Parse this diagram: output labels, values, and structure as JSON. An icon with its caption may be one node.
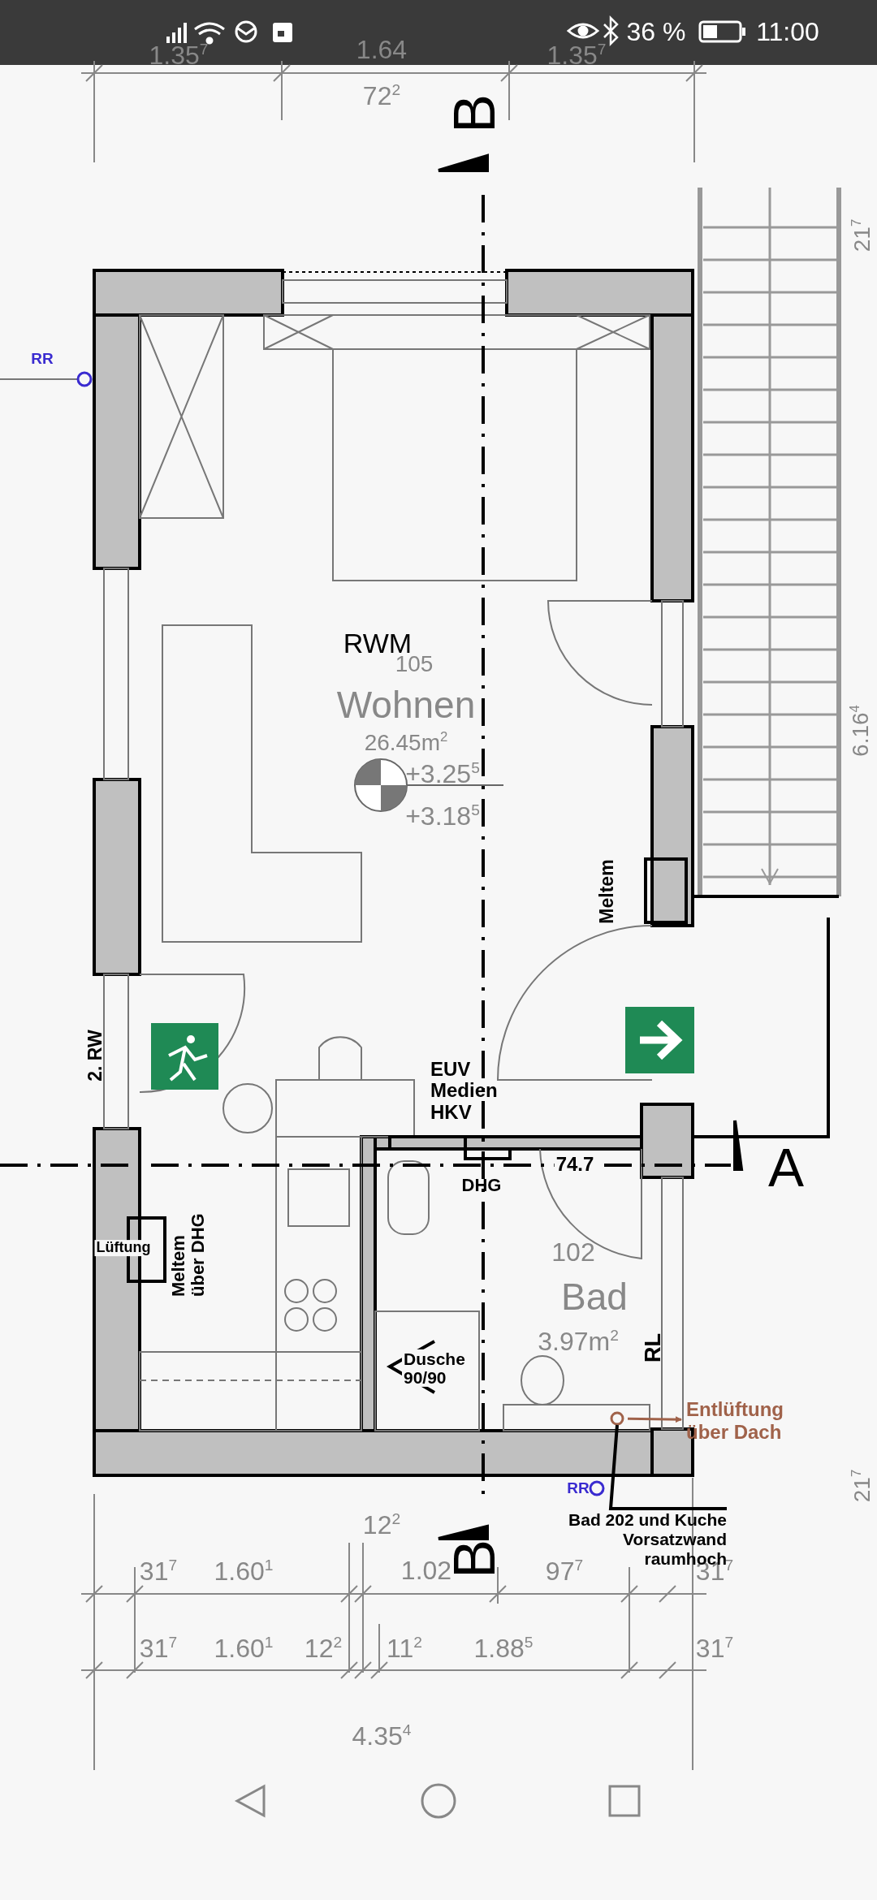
{
  "diagram": {
    "nodes": [
      {
        "text": [
          "Bad 202 und Kuche Vorsatzwand raumhoch"
        ]
      },
      {
        "text": [],
        "shape": "circle"
      },
      {
        "text": [
          "Entlüftung über Dach"
        ]
      }
    ],
    "edges": [
      {
        "from": 0,
        "to": 1,
        "arrow": "none"
      },
      {
        "from": 1,
        "to": 2,
        "arrow": "to",
        "color": "#a0624a"
      }
    ],
    "labels": [
      "36 %",
      "11:00",
      "1.35$^{7}$",
      "1.64",
      "1.35$^{7}$",
      "72$^{2}$",
      "B",
      "RR",
      "21$^{7}$",
      "RWM",
      "105",
      "Wohnen",
      "26.45m$^{2}$",
      "+3.25$^{5}$",
      "+3.18$^{5}$",
      "6.16$^{4}$",
      "Meltem",
      "2. RW",
      "EUV Medien HKV",
      "74.7",
      "A",
      "DHG",
      "Lüftung",
      "Meltem über DHG",
      "102",
      "Bad",
      "3.97m$^{2}$",
      "Dusche 90/90",
      "RL",
      "RR",
      "21$^{7}$",
      "12$^{2}$",
      "B",
      "31$^{7}$",
      "1.60$^{1}$",
      "1.02",
      "97$^{7}$",
      "31$^{7}$",
      "31$^{7}$",
      "1.60$^{1}$",
      "12$^{2}$",
      "11$^{2}$",
      "1.88$^{5}$",
      "31$^{7}$",
      "4.35$^{4}$"
    ]
  }
}
